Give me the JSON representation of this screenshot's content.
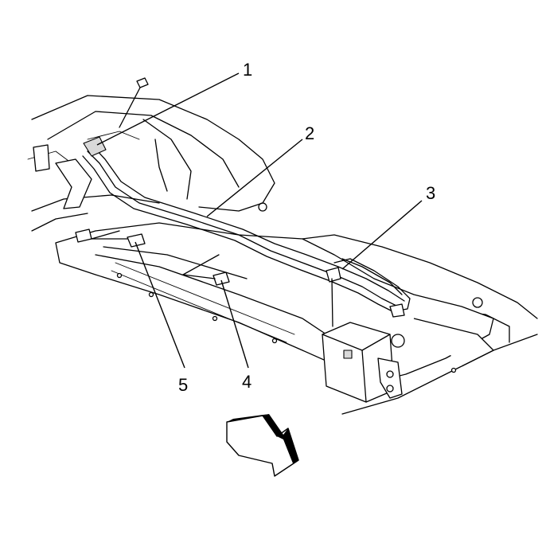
{
  "callouts": [
    {
      "id": "1",
      "label": "1"
    },
    {
      "id": "2",
      "label": "2"
    },
    {
      "id": "3",
      "label": "3"
    },
    {
      "id": "4",
      "label": "4"
    },
    {
      "id": "5",
      "label": "5"
    }
  ],
  "colors": {
    "line": "#000000",
    "background": "#ffffff",
    "shade": "#d9d9d9"
  },
  "icons": {
    "direction_arrow": "front-direction-arrow-icon"
  }
}
